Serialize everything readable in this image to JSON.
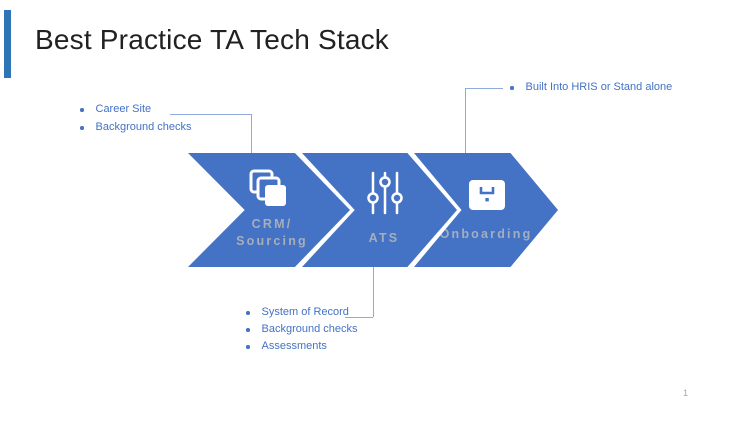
{
  "slide": {
    "title": "Best Practice TA Tech Stack",
    "page_number": "1"
  },
  "colors": {
    "accent_bar": "#2E75B6",
    "chevron_fill": "#4472C4",
    "callout_text": "#4472C4",
    "connector_line": "#8FAADC",
    "chevron_label_text": "#A6AEBC",
    "icon_color": "#FFFFFF"
  },
  "callout_crm": {
    "items": [
      "Career Site",
      "Background checks"
    ]
  },
  "callout_onboarding": {
    "items": [
      "Built Into HRIS or Stand alone"
    ]
  },
  "callout_ats": {
    "items": [
      "System of Record",
      "Background checks",
      "Assessments"
    ]
  },
  "chevrons": [
    {
      "line1": "CRM/",
      "line2": "Sourcing",
      "icon": "copy-stack-icon"
    },
    {
      "line1": "ATS",
      "icon": "sliders-icon"
    },
    {
      "line1": "Onboarding",
      "icon": "inbox-tray-icon"
    }
  ]
}
